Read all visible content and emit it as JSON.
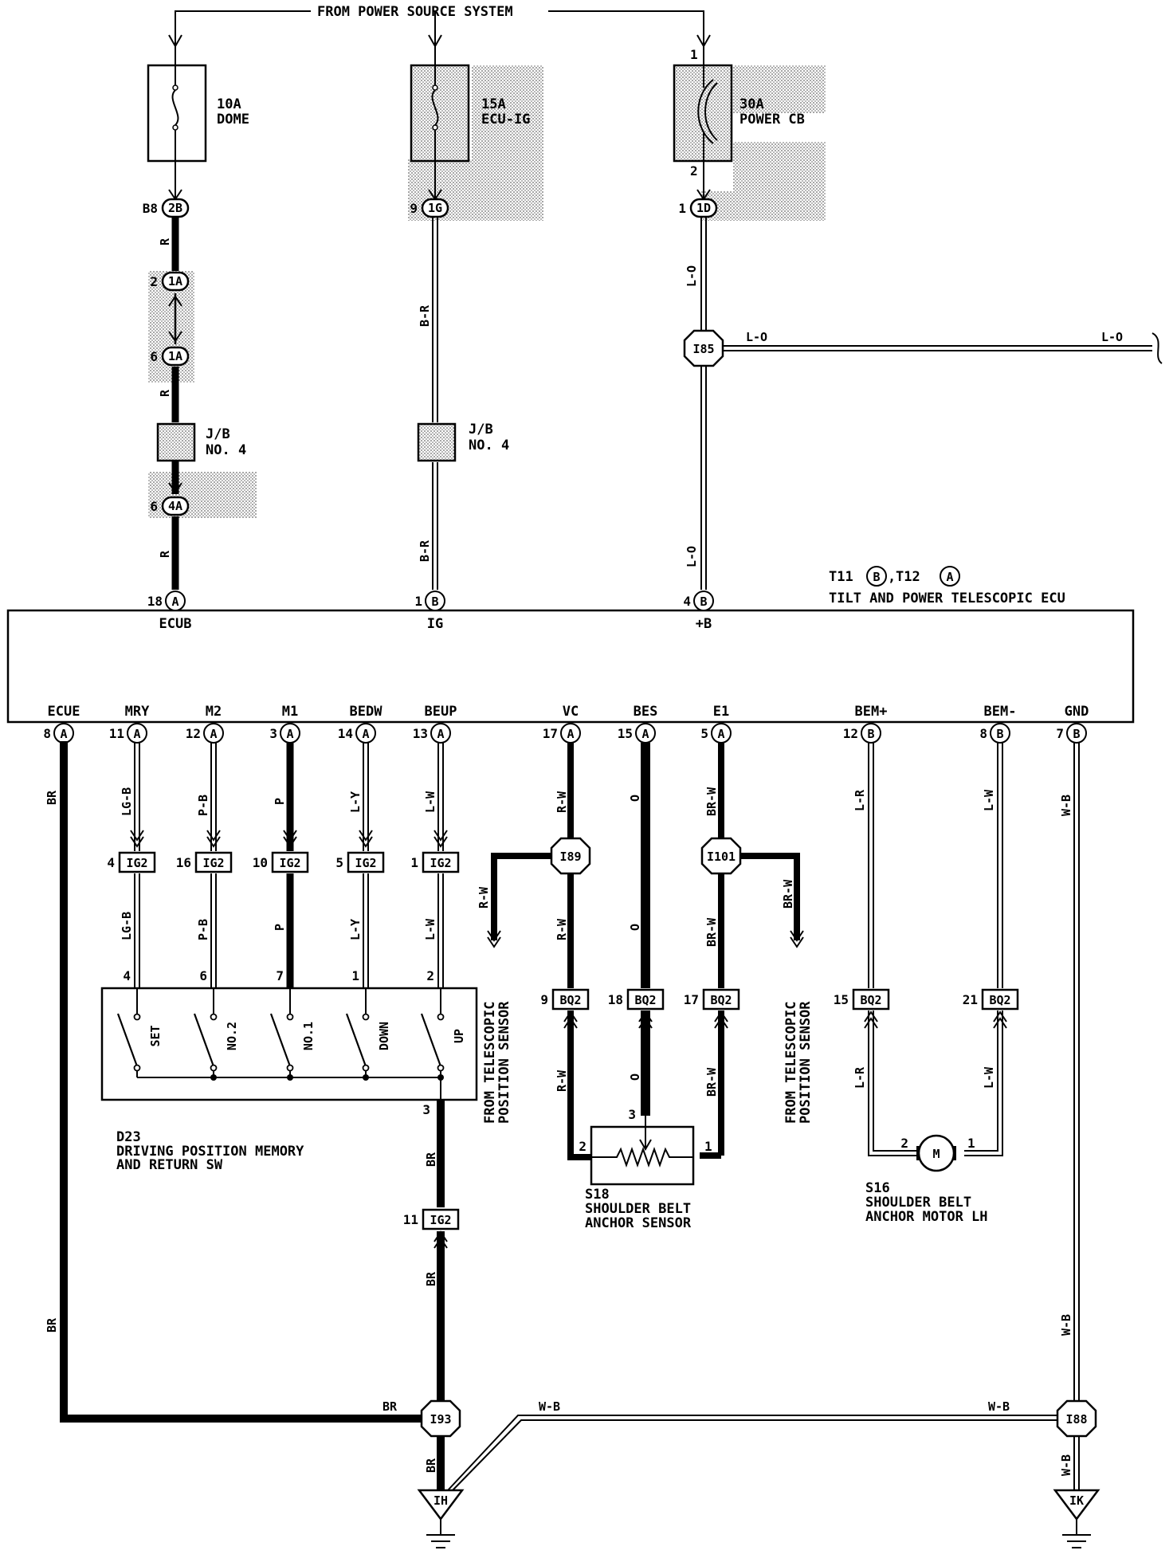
{
  "header": {
    "source": "FROM POWER SOURCE SYSTEM"
  },
  "fuses": {
    "dome": {
      "rating": "10A",
      "name": "DOME"
    },
    "ecuig": {
      "rating": "15A",
      "name": "ECU-IG"
    },
    "powercb": {
      "rating": "30A",
      "name": "POWER CB",
      "pin_in": "1",
      "pin_out": "2"
    }
  },
  "connectors": {
    "c2b": "2B",
    "c1a": "1A",
    "c4a": "4A",
    "c1g": "1G",
    "c1d": "1D",
    "ig2": "IG2",
    "bq2": "BQ2",
    "A": "A",
    "B": "B"
  },
  "pins": {
    "b8": "B8",
    "p2": "2",
    "p6": "6",
    "p6b": "6",
    "p9": "9",
    "p1": "1"
  },
  "junction_blocks": {
    "jb1": [
      "J/B",
      "NO. 4"
    ],
    "jb2": [
      "J/B",
      "NO. 4"
    ]
  },
  "junctions": {
    "i85": "I85",
    "i89": "I89",
    "i101": "I101",
    "i93": "I93",
    "i88": "I88"
  },
  "grounds": {
    "ih": "IH",
    "ik": "IK"
  },
  "ecu": {
    "id_t11": "T11",
    "id_t12": "T12",
    "sep": ",",
    "name": "TILT AND POWER TELESCOPIC ECU",
    "top_terminals": [
      {
        "pin": "18",
        "conn": "A",
        "name": "ECUB"
      },
      {
        "pin": "1",
        "conn": "B",
        "name": "IG"
      },
      {
        "pin": "4",
        "conn": "B",
        "name": "+B"
      }
    ],
    "bottom_terminals": [
      {
        "pin": "8",
        "conn": "A",
        "name": "ECUE"
      },
      {
        "pin": "11",
        "conn": "A",
        "name": "MRY"
      },
      {
        "pin": "12",
        "conn": "A",
        "name": "M2"
      },
      {
        "pin": "3",
        "conn": "A",
        "name": "M1"
      },
      {
        "pin": "14",
        "conn": "A",
        "name": "BEDW"
      },
      {
        "pin": "13",
        "conn": "A",
        "name": "BEUP"
      },
      {
        "pin": "17",
        "conn": "A",
        "name": "VC"
      },
      {
        "pin": "15",
        "conn": "A",
        "name": "BES"
      },
      {
        "pin": "5",
        "conn": "A",
        "name": "E1"
      },
      {
        "pin": "12",
        "conn": "B",
        "name": "BEM+"
      },
      {
        "pin": "8",
        "conn": "B",
        "name": "BEM-"
      },
      {
        "pin": "7",
        "conn": "B",
        "name": "GND"
      }
    ]
  },
  "wires": {
    "r": "R",
    "br_r": "B-R",
    "l_o": "L-O",
    "lg_b": "LG-B",
    "p_b": "P-B",
    "p": "P",
    "l_y": "L-Y",
    "l_w": "L-W",
    "r_w": "R-W",
    "o": "O",
    "br_w": "BR-W",
    "l_r": "L-R",
    "w_b": "W-B",
    "br": "BR"
  },
  "ig2_pins": [
    "4",
    "16",
    "10",
    "5",
    "1"
  ],
  "switch_pins": [
    "4",
    "6",
    "7",
    "1",
    "2"
  ],
  "switch_labels": [
    "SET",
    "NO.2",
    "NO.1",
    "DOWN",
    "UP"
  ],
  "bq2_pins": [
    "9",
    "18",
    "17",
    "15",
    "21"
  ],
  "ig2_lower_pin": "11",
  "switch_common_pin": "3",
  "d23": {
    "id": "D23",
    "line1": "DRIVING POSITION MEMORY",
    "line2": "AND RETURN SW"
  },
  "s18": {
    "id": "S18",
    "line1": "SHOULDER BELT",
    "line2": "ANCHOR SENSOR",
    "pin_l": "2",
    "pin_r": "1",
    "pin_w": "3"
  },
  "s16": {
    "id": "S16",
    "line1": "SHOULDER BELT",
    "line2": "ANCHOR MOTOR LH",
    "pin_l": "2",
    "pin_r": "1",
    "motor": "M"
  },
  "telescopic": {
    "line1": "FROM TELESCOPIC",
    "line2": "POSITION SENSOR"
  }
}
